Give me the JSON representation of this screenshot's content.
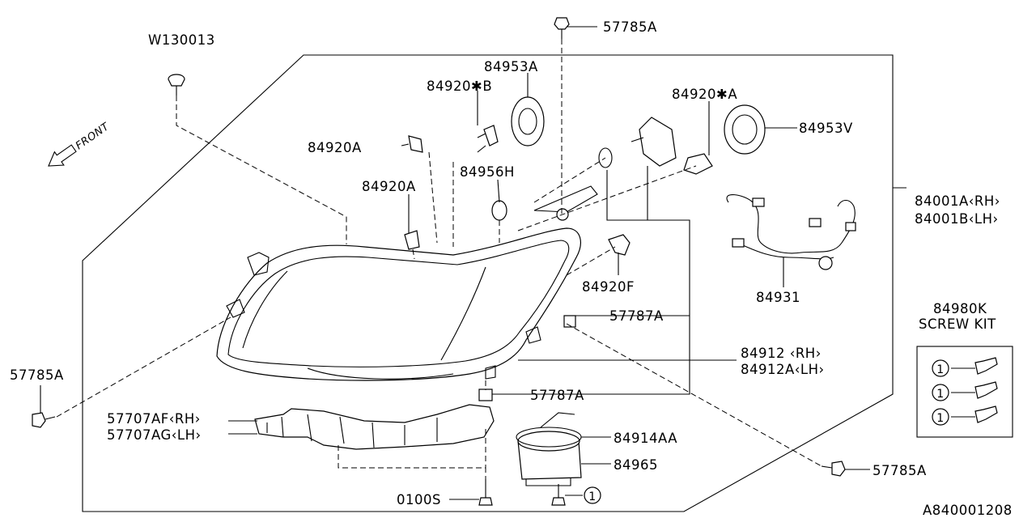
{
  "diagram_code": "A840001208",
  "front_indicator": "FRONT",
  "screw_kit": {
    "part_number": "84980K",
    "title": "SCREW KIT",
    "item_marker": "1"
  },
  "callouts": {
    "w130013": "W130013",
    "p57785a_top": "57785A",
    "p84953a": "84953A",
    "p84920b": "84920✱B",
    "p84920a_star": "84920✱A",
    "p84953v": "84953V",
    "p84920a_left": "84920A",
    "p84956h": "84956H",
    "p84920a_mid": "84920A",
    "p84001a": "84001A‹RH›",
    "p84001b": "84001B‹LH›",
    "p84920f": "84920F",
    "p84931": "84931",
    "p57787a_upper": "57787A",
    "p84912": "84912  ‹RH›",
    "p84912a": "84912A‹LH›",
    "p57785a_left": "57785A",
    "p57787a_lower": "57787A",
    "p57707af": "57707AF‹RH›",
    "p57707ag": "57707AG‹LH›",
    "p84914aa": "84914AA",
    "p84965": "84965",
    "p57785a_right": "57785A",
    "p0100s": "0100S",
    "bottom_marker": "1"
  }
}
